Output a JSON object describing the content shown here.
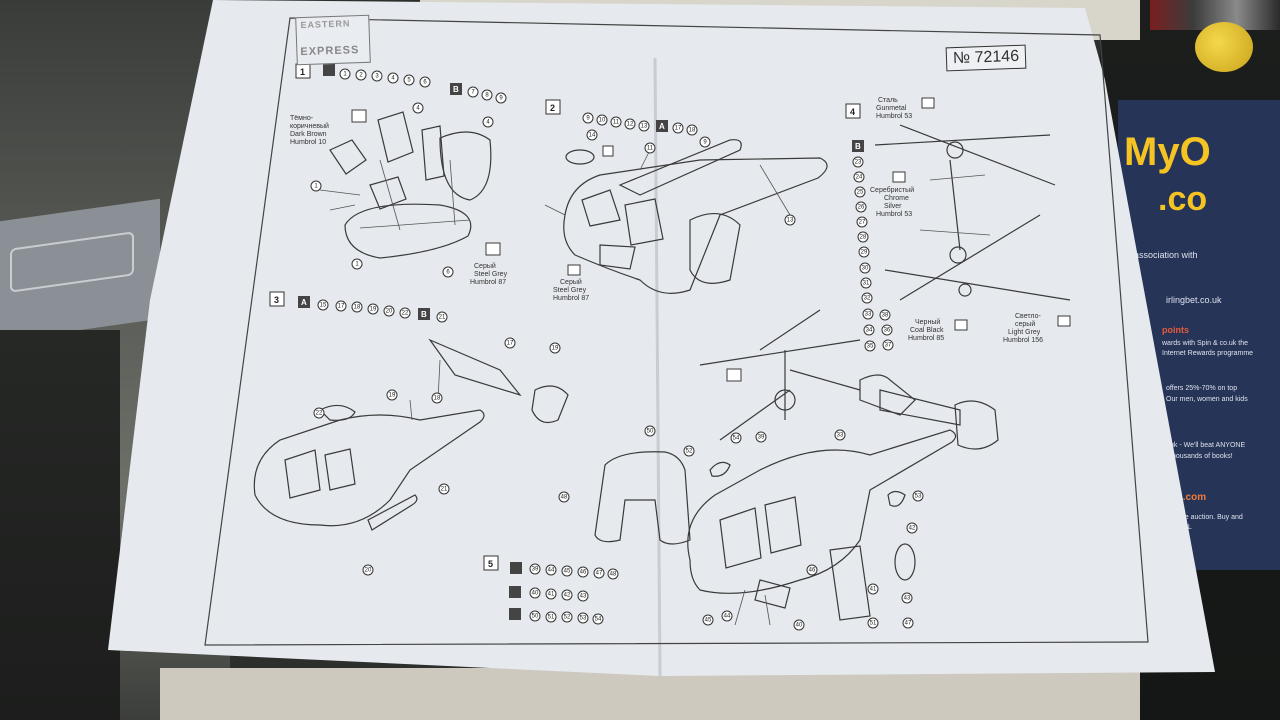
{
  "kit": {
    "number": "№ 72146",
    "brand_top": "EASTERN",
    "brand_bottom": "EXPRESS"
  },
  "steps": [
    {
      "num": "1",
      "callouts_top": [
        "1",
        "2",
        "3",
        "4",
        "5",
        "6"
      ],
      "letter": "B",
      "callouts_b": [
        "7",
        "8",
        "9"
      ]
    },
    {
      "num": "2",
      "callouts_top": [
        "9",
        "10",
        "11",
        "12",
        "13",
        "14"
      ],
      "letter": "A",
      "callouts_b": [
        "17",
        "18"
      ]
    },
    {
      "num": "3",
      "callouts_top": [
        "15",
        "17",
        "18",
        "19",
        "20",
        "22"
      ],
      "letter": "A",
      "letter2": "B",
      "callouts_b": [
        "21"
      ]
    },
    {
      "num": "4",
      "letter": "B",
      "callouts_b": [
        "23",
        "24",
        "25",
        "26",
        "27",
        "28",
        "29",
        "30",
        "31",
        "32",
        "33",
        "34",
        "35",
        "36",
        "37",
        "38"
      ]
    },
    {
      "num": "5",
      "rowA": [
        "39",
        "44",
        "45",
        "46",
        "47",
        "48"
      ],
      "rowB": [
        "40",
        "41",
        "42",
        "43"
      ],
      "rowC": [
        "50",
        "51",
        "52",
        "53",
        "54"
      ]
    }
  ],
  "paint_labels": {
    "dark_brown": [
      "Тёмно-",
      "коричневый",
      "Dark Brown",
      "Humbrol 10"
    ],
    "steel_grey_1": [
      "Серый",
      "Steel Grey",
      "Humbrol 87"
    ],
    "steel_grey_2": [
      "Серый",
      "Steel Grey",
      "Humbrol 87"
    ],
    "gunmetal": [
      "Сталь",
      "Gunmetal",
      "Humbrol 53"
    ],
    "chrome": [
      "Серебристый",
      "Chrome",
      "Silver",
      "Humbrol 53"
    ],
    "coal_black": [
      "Черный",
      "Coal Black",
      "Humbrol 85"
    ],
    "light_grey": [
      "Светло-",
      "серый",
      "Light Grey",
      "Humbrol 156"
    ]
  },
  "leaflet": {
    "brand": "MyO",
    "co": ".co",
    "line1": "association with",
    "line2": "irlingbet.co.uk",
    "line3": "points",
    "line4": "wards with Spin & co.uk the",
    "line5": "Internet Rewards programme",
    "line6": "offers 25%-70% on top",
    "line7": "Our men, women and kids",
    "line8": "uk - We'll beat ANYONE",
    "line9": "thousands of books!",
    "line10": "XL.com",
    "line11": "online auction. Buy and",
    "line12": "th QXL"
  }
}
